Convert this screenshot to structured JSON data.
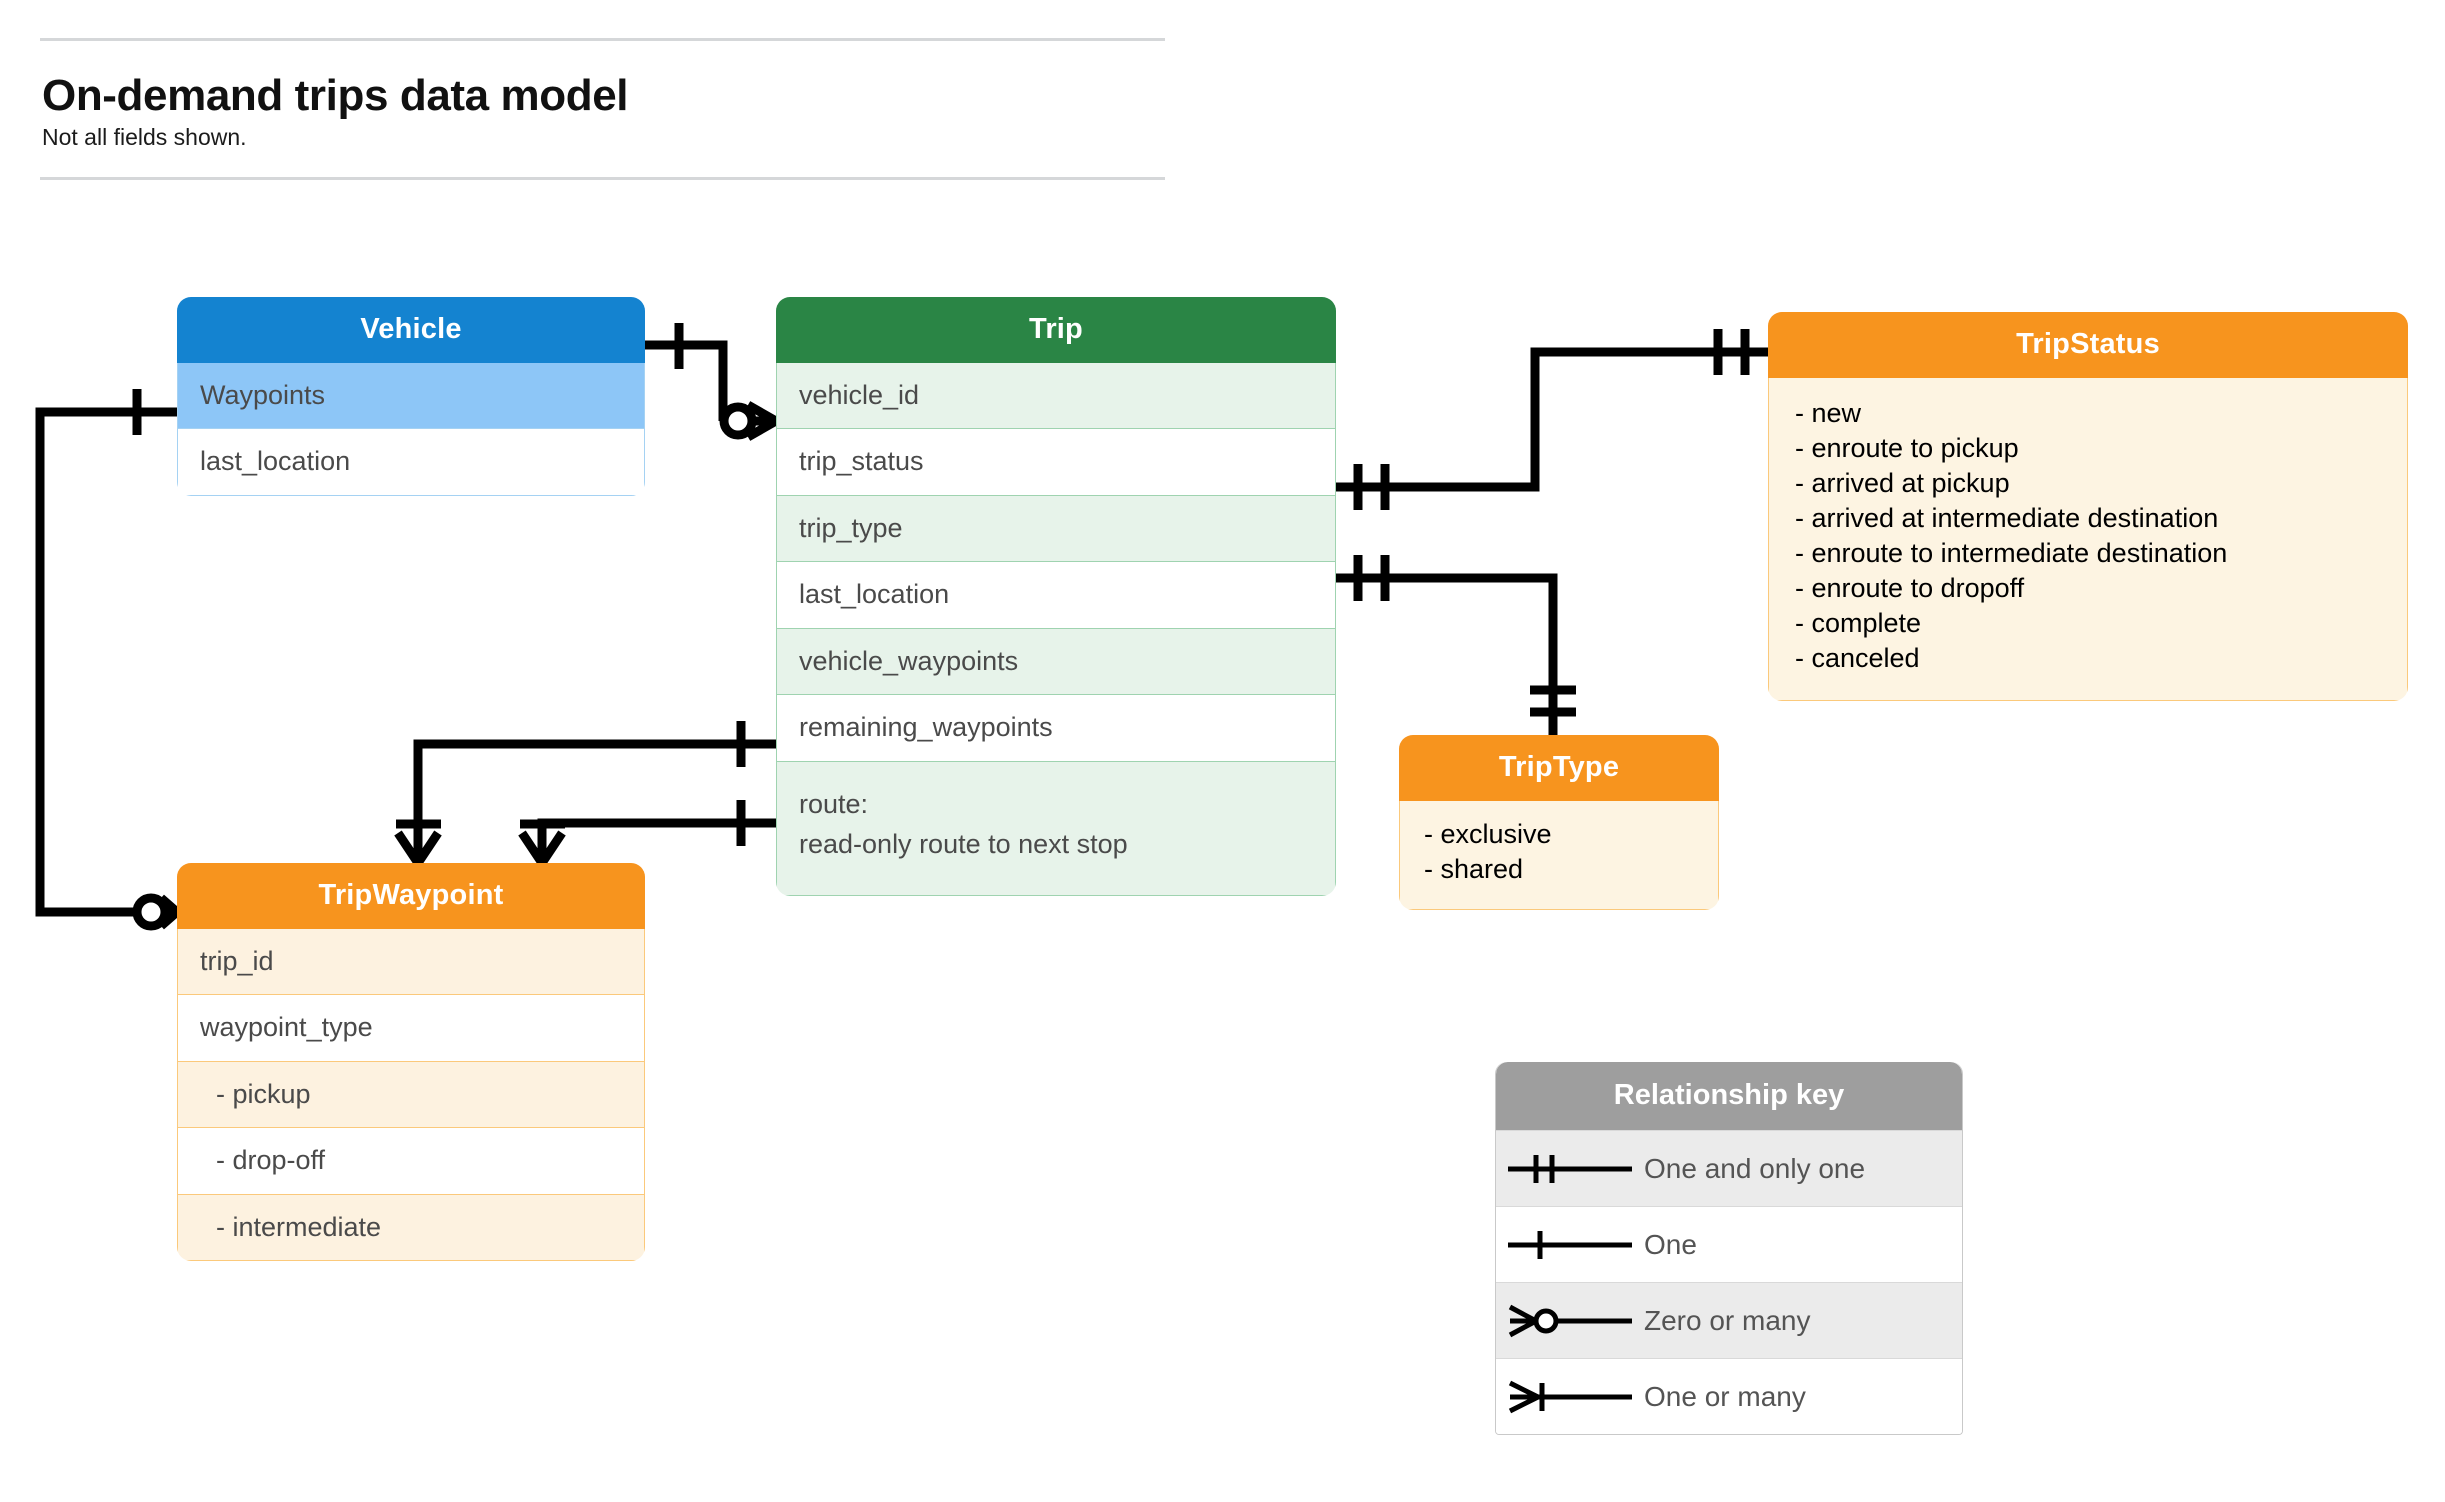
{
  "header": {
    "title": "On-demand trips data model",
    "subtitle": "Not all fields shown."
  },
  "colors": {
    "vehicle_header": "#1483d0",
    "vehicle_row": "#8dc6f7",
    "trip_header": "#2a8545",
    "trip_row": "#e7f3ea",
    "orange_header": "#f7941e",
    "orange_row": "#fdf2e0",
    "legend_header": "#9e9e9e",
    "connector": "#000000"
  },
  "entities": {
    "vehicle": {
      "title": "Vehicle",
      "fields": [
        {
          "label": "Waypoints"
        },
        {
          "label": "last_location"
        }
      ]
    },
    "trip": {
      "title": "Trip",
      "fields": [
        {
          "label": "vehicle_id"
        },
        {
          "label": "trip_status"
        },
        {
          "label": "trip_type"
        },
        {
          "label": "last_location"
        },
        {
          "label": "vehicle_waypoints"
        },
        {
          "label": "remaining_waypoints"
        },
        {
          "label": "route:",
          "label2": "read-only route to next stop"
        }
      ]
    },
    "tripstatus": {
      "title": "TripStatus",
      "values": [
        "- new",
        "- enroute to pickup",
        "- arrived at pickup",
        "- arrived at intermediate destination",
        "- enroute to intermediate destination",
        "- enroute to dropoff",
        "- complete",
        "- canceled"
      ]
    },
    "triptype": {
      "title": "TripType",
      "values": [
        "- exclusive",
        "- shared"
      ]
    },
    "tripwaypoint": {
      "title": "TripWaypoint",
      "fields": [
        {
          "label": "trip_id"
        },
        {
          "label": "waypoint_type"
        },
        {
          "label": "-  pickup"
        },
        {
          "label": "-  drop-off"
        },
        {
          "label": "-  intermediate"
        }
      ]
    }
  },
  "legend": {
    "title": "Relationship key",
    "rows": [
      {
        "symbol": "one-and-only-one",
        "label": "One and only one"
      },
      {
        "symbol": "one",
        "label": "One"
      },
      {
        "symbol": "zero-or-many",
        "label": "Zero or many"
      },
      {
        "symbol": "one-or-many",
        "label": "One or many"
      }
    ]
  },
  "relationships": [
    {
      "from": "Vehicle",
      "from_cardinality": "one",
      "to": "Trip.vehicle_id",
      "to_cardinality": "zero-or-many"
    },
    {
      "from": "Trip.trip_status",
      "from_cardinality": "one-and-only-one",
      "to": "TripStatus",
      "to_cardinality": "one-and-only-one"
    },
    {
      "from": "Trip.trip_type",
      "from_cardinality": "one-and-only-one",
      "to": "TripType",
      "to_cardinality": "one-and-only-one"
    },
    {
      "from": "Trip.vehicle_waypoints",
      "from_cardinality": "one",
      "to": "TripWaypoint",
      "to_cardinality": "one-or-many"
    },
    {
      "from": "Trip.remaining_waypoints",
      "from_cardinality": "one",
      "to": "TripWaypoint",
      "to_cardinality": "one-or-many"
    },
    {
      "from": "Vehicle.Waypoints",
      "from_cardinality": "one",
      "to": "TripWaypoint",
      "to_cardinality": "zero-or-many"
    }
  ]
}
